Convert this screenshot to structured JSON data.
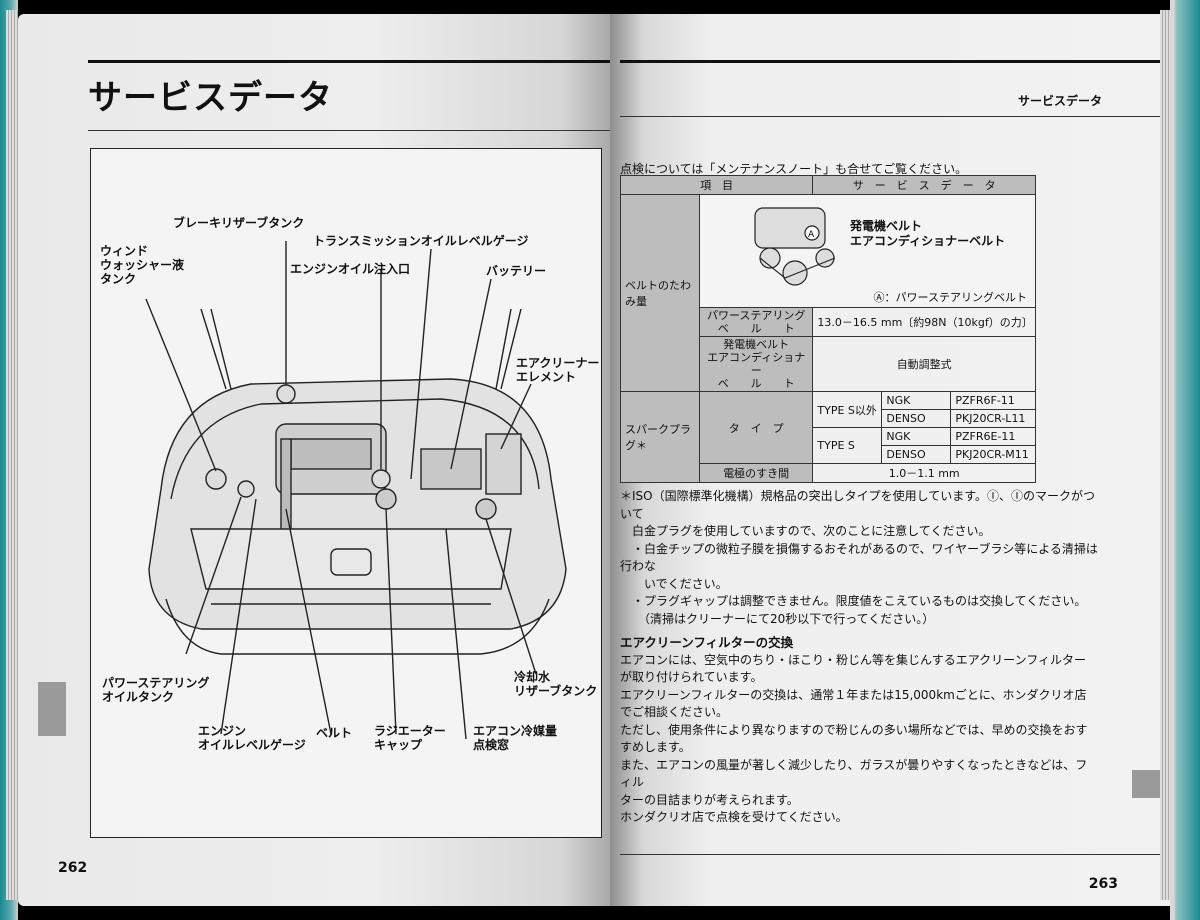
{
  "left_page": {
    "title": "サービスデータ",
    "page_number": "262",
    "callouts": {
      "brake_reservoir": "ブレーキリザーブタンク",
      "transmission_gauge": "トランスミッションオイルレベルゲージ",
      "oil_filler": "エンジンオイル注入口",
      "washer_tank": "ウィンド\nウォッシャー液\nタンク",
      "battery": "バッテリー",
      "air_cleaner": "エアクリーナー\nエレメント",
      "ps_tank": "パワーステアリング\nオイルタンク",
      "coolant_tank": "冷却水\nリザーブタンク",
      "engine_gauge": "エンジン\nオイルレベルゲージ",
      "belt": "ベルト",
      "radiator_cap": "ラジエーター\nキャップ",
      "ac_window": "エアコン冷媒量\n点検窓"
    }
  },
  "right_page": {
    "header": "サービスデータ",
    "page_number": "263",
    "note": "点検については「メンテナンスノート」も合せてご覧ください。",
    "table": {
      "col_item": "項　目",
      "col_data": "サ　ー　ビ　ス　デ　ー　タ",
      "belt_label": "ベルトのたわみ量",
      "diagram_label_1": "発電機ベルト",
      "diagram_label_2": "エアコンディショナーベルト",
      "diagram_marker": "A",
      "diagram_caption": "Ⓐ：パワーステアリングベルト",
      "ps_belt_label": "パワーステアリング\nベ　　ル　　ト",
      "ps_belt_value": "13.0－16.5 mm〔約98N（10kgf）の力〕",
      "gen_belt_label": "発電機ベルト\nエアコンディショナー\nベ　　ル　　ト",
      "gen_belt_value": "自動調整式",
      "plug_label": "スパークプラグ＊",
      "type_label": "タ　イ　プ",
      "gap_label": "電極のすき間",
      "gap_value": "1.0－1.1 mm",
      "plug_rows": [
        {
          "grade": "TYPE S以外",
          "maker": "NGK",
          "part": "PZFR6F-11"
        },
        {
          "grade": "",
          "maker": "DENSO",
          "part": "PKJ20CR-L11"
        },
        {
          "grade": "TYPE S",
          "maker": "NGK",
          "part": "PZFR6E-11"
        },
        {
          "grade": "",
          "maker": "DENSO",
          "part": "PKJ20CR-M11"
        }
      ]
    },
    "body": [
      "＊ISO（国際標準化機構）規格品の突出しタイプを使用しています。Ⓘ、Ⓘのマークがついて",
      "　白金プラグを使用していますので、次のことに注意してください。",
      "　・白金チップの微粒子膜を損傷するおそれがあるので、ワイヤーブラシ等による清掃は行わな",
      "　　いでください。",
      "　・プラグギャップは調整できません。限度値をこえているものは交換してください。",
      "　　（清掃はクリーナーにて20秒以下で行ってください。）"
    ],
    "subhead": "エアクリーンフィルターの交換",
    "body2": [
      "エアコンには、空気中のちり・ほこり・粉じん等を集じんするエアクリーンフィルター",
      "が取り付けられています。",
      "エアクリーンフィルターの交換は、通常１年または15,000kmごとに、ホンダクリオ店",
      "でご相談ください。",
      "ただし、使用条件により異なりますので粉じんの多い場所などでは、早めの交換をおす",
      "すめします。",
      "また、エアコンの風量が著しく減少したり、ガラスが曇りやすくなったときなどは、フィル",
      "ターの目詰まりが考えられます。",
      "ホンダクリオ店で点検を受けてください。"
    ]
  }
}
